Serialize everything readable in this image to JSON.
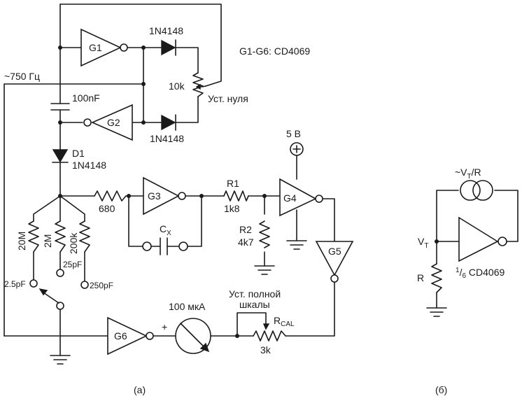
{
  "figure_a": {
    "freq_label": "~750 Гц",
    "ic_note": "G1-G6: CD4069",
    "gates": {
      "g1": "G1",
      "g2": "G2",
      "g3": "G3",
      "g4": "G4",
      "g5": "G5",
      "g6": "G6"
    },
    "diode_top": "1N4148",
    "diode_bottom": "1N4148",
    "pot_zero_value": "10k",
    "pot_zero_label": "Уст. нуля",
    "cap_100n": "100nF",
    "d1_name": "D1",
    "d1_type": "1N4148",
    "res_680": "680",
    "cx_label": "C",
    "cx_sub": "X",
    "r1_name": "R1",
    "r1_value": "1k8",
    "r2_name": "R2",
    "r2_value": "4k7",
    "supply": "5 В",
    "supply_sign": "+",
    "res_20m": "20M",
    "res_2m": "2M",
    "res_200k": "200k",
    "cap_25p": "25pF",
    "cap_250p": "250pF",
    "cap_2_5p": "2.5pF",
    "meter_value": "100 мкА",
    "meter_plus": "+",
    "fullscale_line1": "Уст. полной",
    "fullscale_line2": "шкалы",
    "rcal_name": "R",
    "rcal_sub": "CAL",
    "rcal_value": "3k",
    "caption": "(а)"
  },
  "figure_b": {
    "source_label": "~V",
    "source_sub": "T",
    "source_suffix": "/R",
    "vt_label": "V",
    "vt_sub": "T",
    "r_label": "R",
    "frac_num": "1",
    "frac_den": "6",
    "ic_label": " CD4069",
    "caption": "(б)"
  },
  "colors": {
    "ink": "#1a1a1a",
    "background": "#ffffff"
  }
}
